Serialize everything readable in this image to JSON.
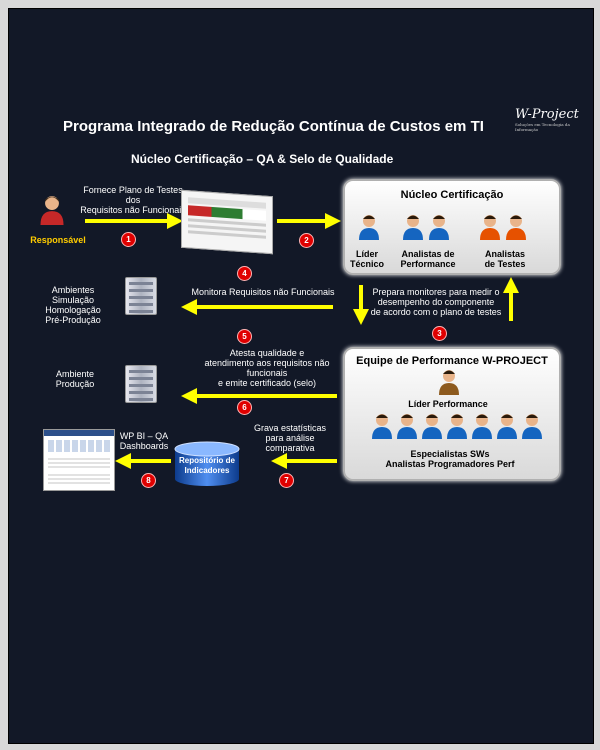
{
  "title": "Programa Integrado de Redução Contínua de Custos em TI",
  "subtitle": "Núcleo Certificação –  QA  & Selo de Qualidade",
  "logo": {
    "brand": "W-Project",
    "tagline": "Soluções em Tecnologia da Informação"
  },
  "responsavel": "Responsável",
  "step1_text": "Fornece Plano de Testes\ndos\nRequisitos não Funcionais",
  "nucleo": {
    "title": "Núcleo Certificação",
    "roles": [
      "Líder\nTécnico",
      "Analistas de\nPerformance",
      "Analistas\nde Testes"
    ]
  },
  "step3_text": "Prepara monitores para medir o\ndesempenho do componente\nde acordo com o plano de testes",
  "step4_text": "Monitora Requisitos não Funcionais",
  "env1": "Ambientes\nSimulação\nHomologação\nPré-Produção",
  "step5_text": "Atesta qualidade e\natendimento aos requisitos não funcionais\ne emite certificado (selo)",
  "env2": "Ambiente\nProdução",
  "equipe": {
    "title": "Equipe de Performance W-PROJECT",
    "leader": "Líder Performance",
    "members": "Especialistas SWs\nAnalistas Programadores Perf"
  },
  "step7_text": "Grava estatísticas\npara análise\ncomparativa",
  "repo": "Repositório de\nIndicadores",
  "dashboard": "WP BI –  QA\nDashboards",
  "badges": [
    "1",
    "2",
    "3",
    "4",
    "5",
    "6",
    "7",
    "8"
  ],
  "colors": {
    "arrow": "#ffff00",
    "badge": "#e00000",
    "background": "#121827"
  }
}
